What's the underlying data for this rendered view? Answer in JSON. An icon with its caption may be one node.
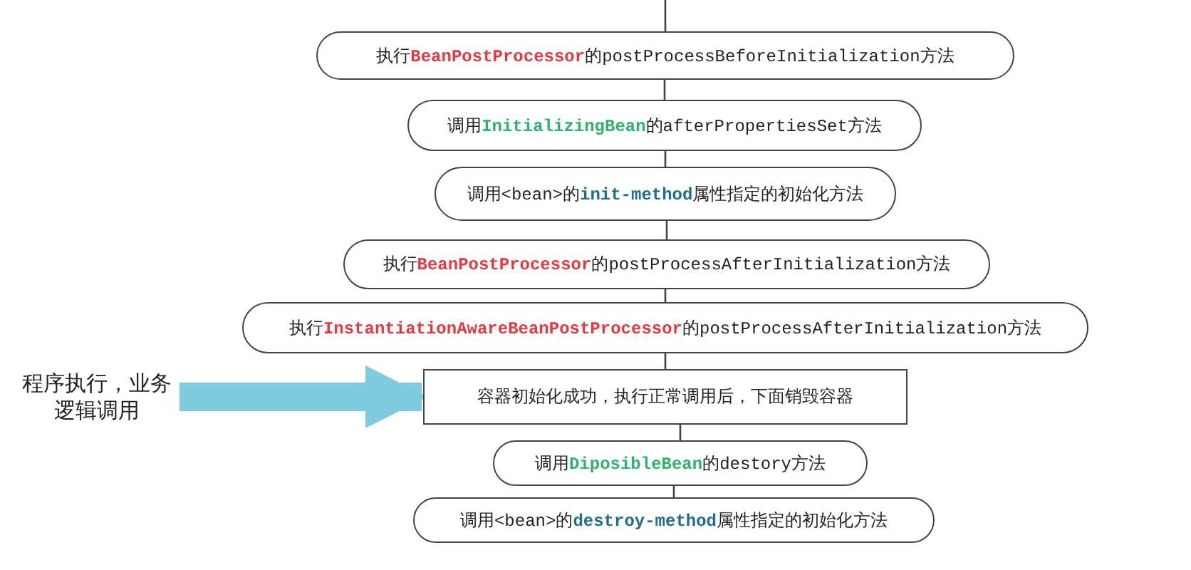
{
  "diagram": {
    "nodes": [
      {
        "text": [
          "执行**BeanPostProcessor**的postProcessBeforeInitialization方法"
        ]
      },
      {
        "text": [
          "调用**InitializingBean**的afterPropertiesSet方法"
        ]
      },
      {
        "text": [
          "调用<bean>的**init-method**属性指定的初始化方法"
        ]
      },
      {
        "text": [
          "执行**BeanPostProcessor**的postProcessAfterInitialization方法"
        ]
      },
      {
        "text": [
          "执行**InstantiationAwareBeanPostProcessor**的postProcessAfterInitialization方法"
        ]
      },
      {
        "text": [
          "容器初始化成功，执行正常调用后，下面销毁容器"
        ]
      },
      {
        "text": [
          "调用**DiposibleBean**的destory方法"
        ]
      },
      {
        "text": [
          "调用<bean>的**destroy-method**属性指定的初始化方法"
        ]
      },
      {
        "text": [
          "程序执行，业务逻辑调用"
        ]
      }
    ],
    "edges": [
      {
        "from": null,
        "to": 0,
        "arrow": "none"
      },
      {
        "from": 0,
        "to": 1,
        "arrow": "none"
      },
      {
        "from": 1,
        "to": 2,
        "arrow": "none"
      },
      {
        "from": 2,
        "to": 3,
        "arrow": "none"
      },
      {
        "from": 3,
        "to": 4,
        "arrow": "none"
      },
      {
        "from": 4,
        "to": 5,
        "arrow": "none"
      },
      {
        "from": 5,
        "to": 6,
        "arrow": "none"
      },
      {
        "from": 6,
        "to": 7,
        "arrow": "none"
      },
      {
        "from": 8,
        "to": 5,
        "arrow": "to",
        "style": "thick",
        "color": "#7ecbe0"
      }
    ]
  }
}
